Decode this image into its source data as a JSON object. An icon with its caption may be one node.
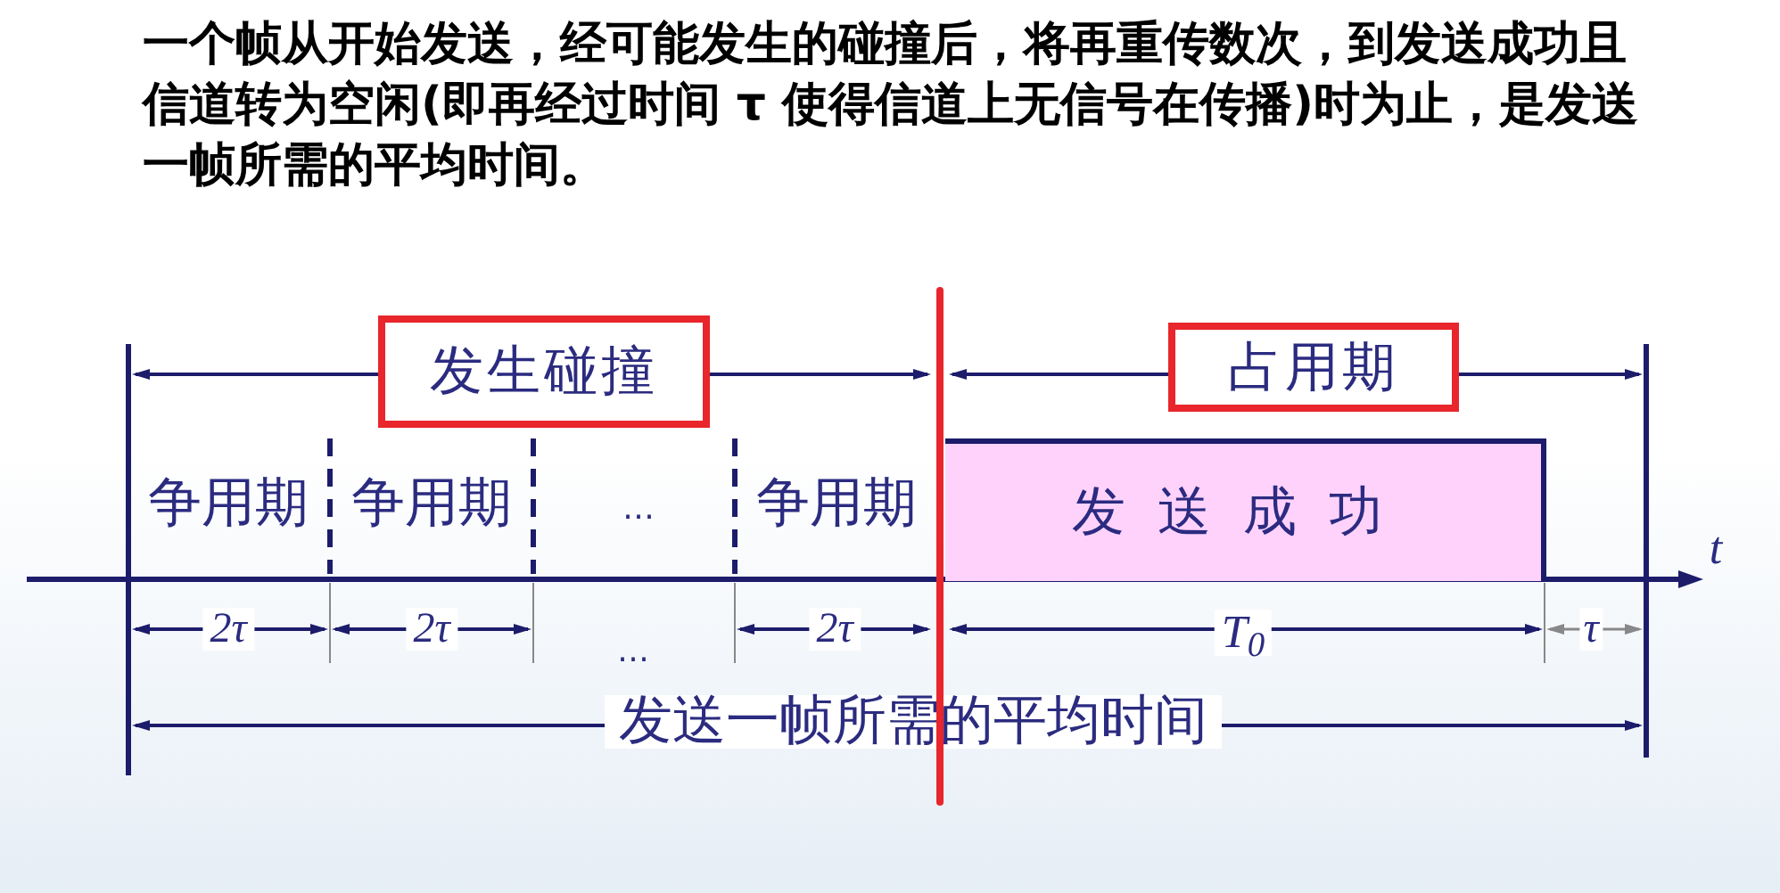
{
  "diagram": {
    "title": "一个帧从开始发送，经可能发生的碰撞后，将再重传数次，到发送成功且信道转为空闲(即再经过时间 τ 使得信道上无信号在传播)时为止，是发送一帧所需的平均时间。",
    "nodes": [
      {
        "text": [
          "发生碰撞"
        ]
      },
      {
        "text": [
          "占用期"
        ]
      },
      {
        "text": [
          "发送成功"
        ]
      }
    ],
    "labels": [
      "争用期",
      "争用期",
      "…",
      "争用期",
      "t",
      "2τ",
      "2τ",
      "…",
      "2τ",
      "T$_{0}$",
      "τ",
      "发送一帧所需的平均时间"
    ]
  }
}
